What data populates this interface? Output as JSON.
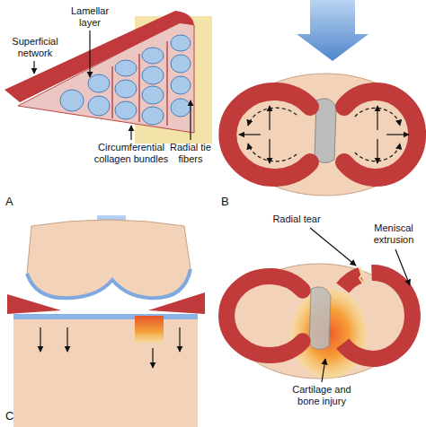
{
  "diagram": {
    "labels": [
      "Superficial network",
      "Lamellar layer",
      "Circumferential collagen bundles",
      "Radial tie fibers",
      "A",
      "B",
      "C",
      "Radial tear",
      "Meniscal extrusion",
      "Cartilage and bone injury"
    ]
  }
}
